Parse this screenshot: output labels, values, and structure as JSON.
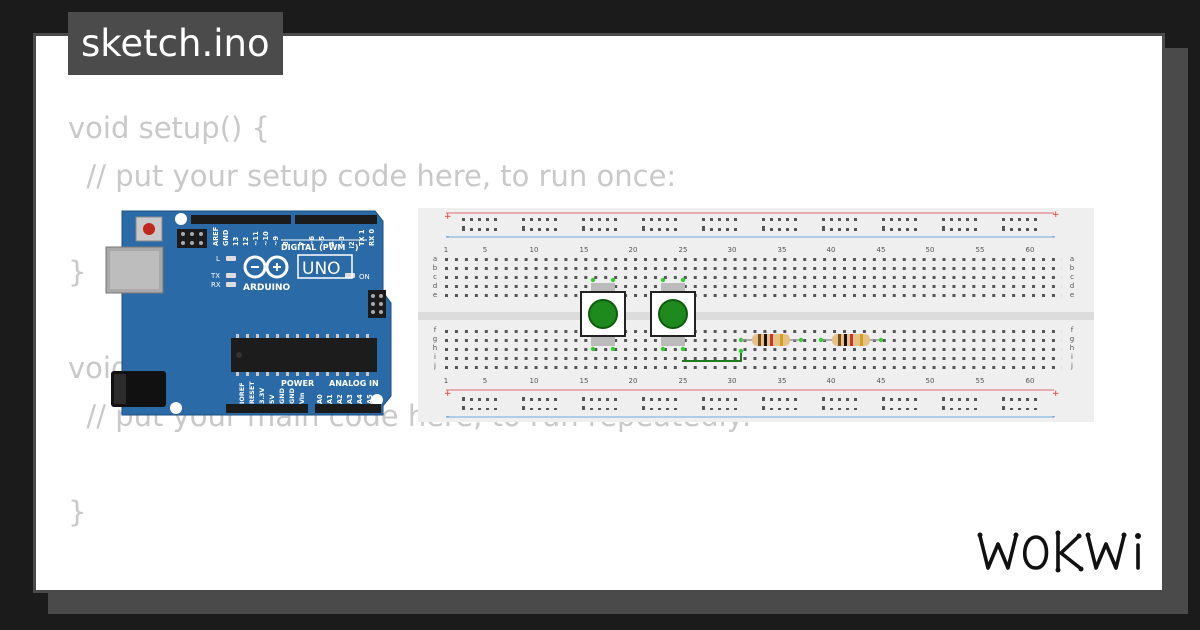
{
  "tab": {
    "title": "sketch.ino"
  },
  "code": {
    "lines": [
      "void setup() {",
      "  // put your setup code here, to run once:",
      "",
      "}",
      "",
      "void loop() {",
      "  // put your main code here, to run repeatedly:",
      "",
      "}"
    ]
  },
  "arduino": {
    "model_label": "UNO",
    "brand_label": "ARDUINO",
    "digital_label": "DIGITAL (PWM ~)",
    "on_label": "ON",
    "l_label": "L",
    "tx_label": "TX",
    "rx_label": "RX",
    "power_label": "POWER",
    "analog_label": "ANALOG IN",
    "digital_pins": [
      "AREF",
      "GND",
      "13",
      "12",
      "~11",
      "~10",
      "~9",
      "8",
      "7",
      "~6",
      "~5",
      "4",
      "~3",
      "2",
      "TX 1",
      "RX 0"
    ],
    "power_pins": [
      "IOREF",
      "RESET",
      "3.3V",
      "5V",
      "GND",
      "GND",
      "Vin"
    ],
    "analog_pins": [
      "A0",
      "A1",
      "A2",
      "A3",
      "A4",
      "A5"
    ]
  },
  "breadboard": {
    "column_numbers": [
      "1",
      "5",
      "10",
      "15",
      "20",
      "25",
      "30",
      "35",
      "40",
      "45",
      "50",
      "55",
      "60"
    ],
    "rows_top": [
      "a",
      "b",
      "c",
      "d",
      "e"
    ],
    "rows_bottom": [
      "f",
      "g",
      "h",
      "i",
      "j"
    ],
    "plus_label": "+",
    "minus_label": "-"
  },
  "components": {
    "buttons": [
      {
        "color": "#1e8a1e"
      },
      {
        "color": "#1e8a1e"
      }
    ],
    "resistors": [
      {
        "band_colors": [
          "#7a4a1e",
          "#111111",
          "#c0392b",
          "#d4a017"
        ]
      },
      {
        "band_colors": [
          "#7a4a1e",
          "#111111",
          "#c0392b",
          "#d4a017"
        ]
      }
    ],
    "wire_color": "#1f7a1f"
  },
  "brand": {
    "logo_text": "WOKWi"
  },
  "colors": {
    "board": "#2a6aa6",
    "breadboard": "#efefef",
    "card_border": "#4a4a4a"
  }
}
